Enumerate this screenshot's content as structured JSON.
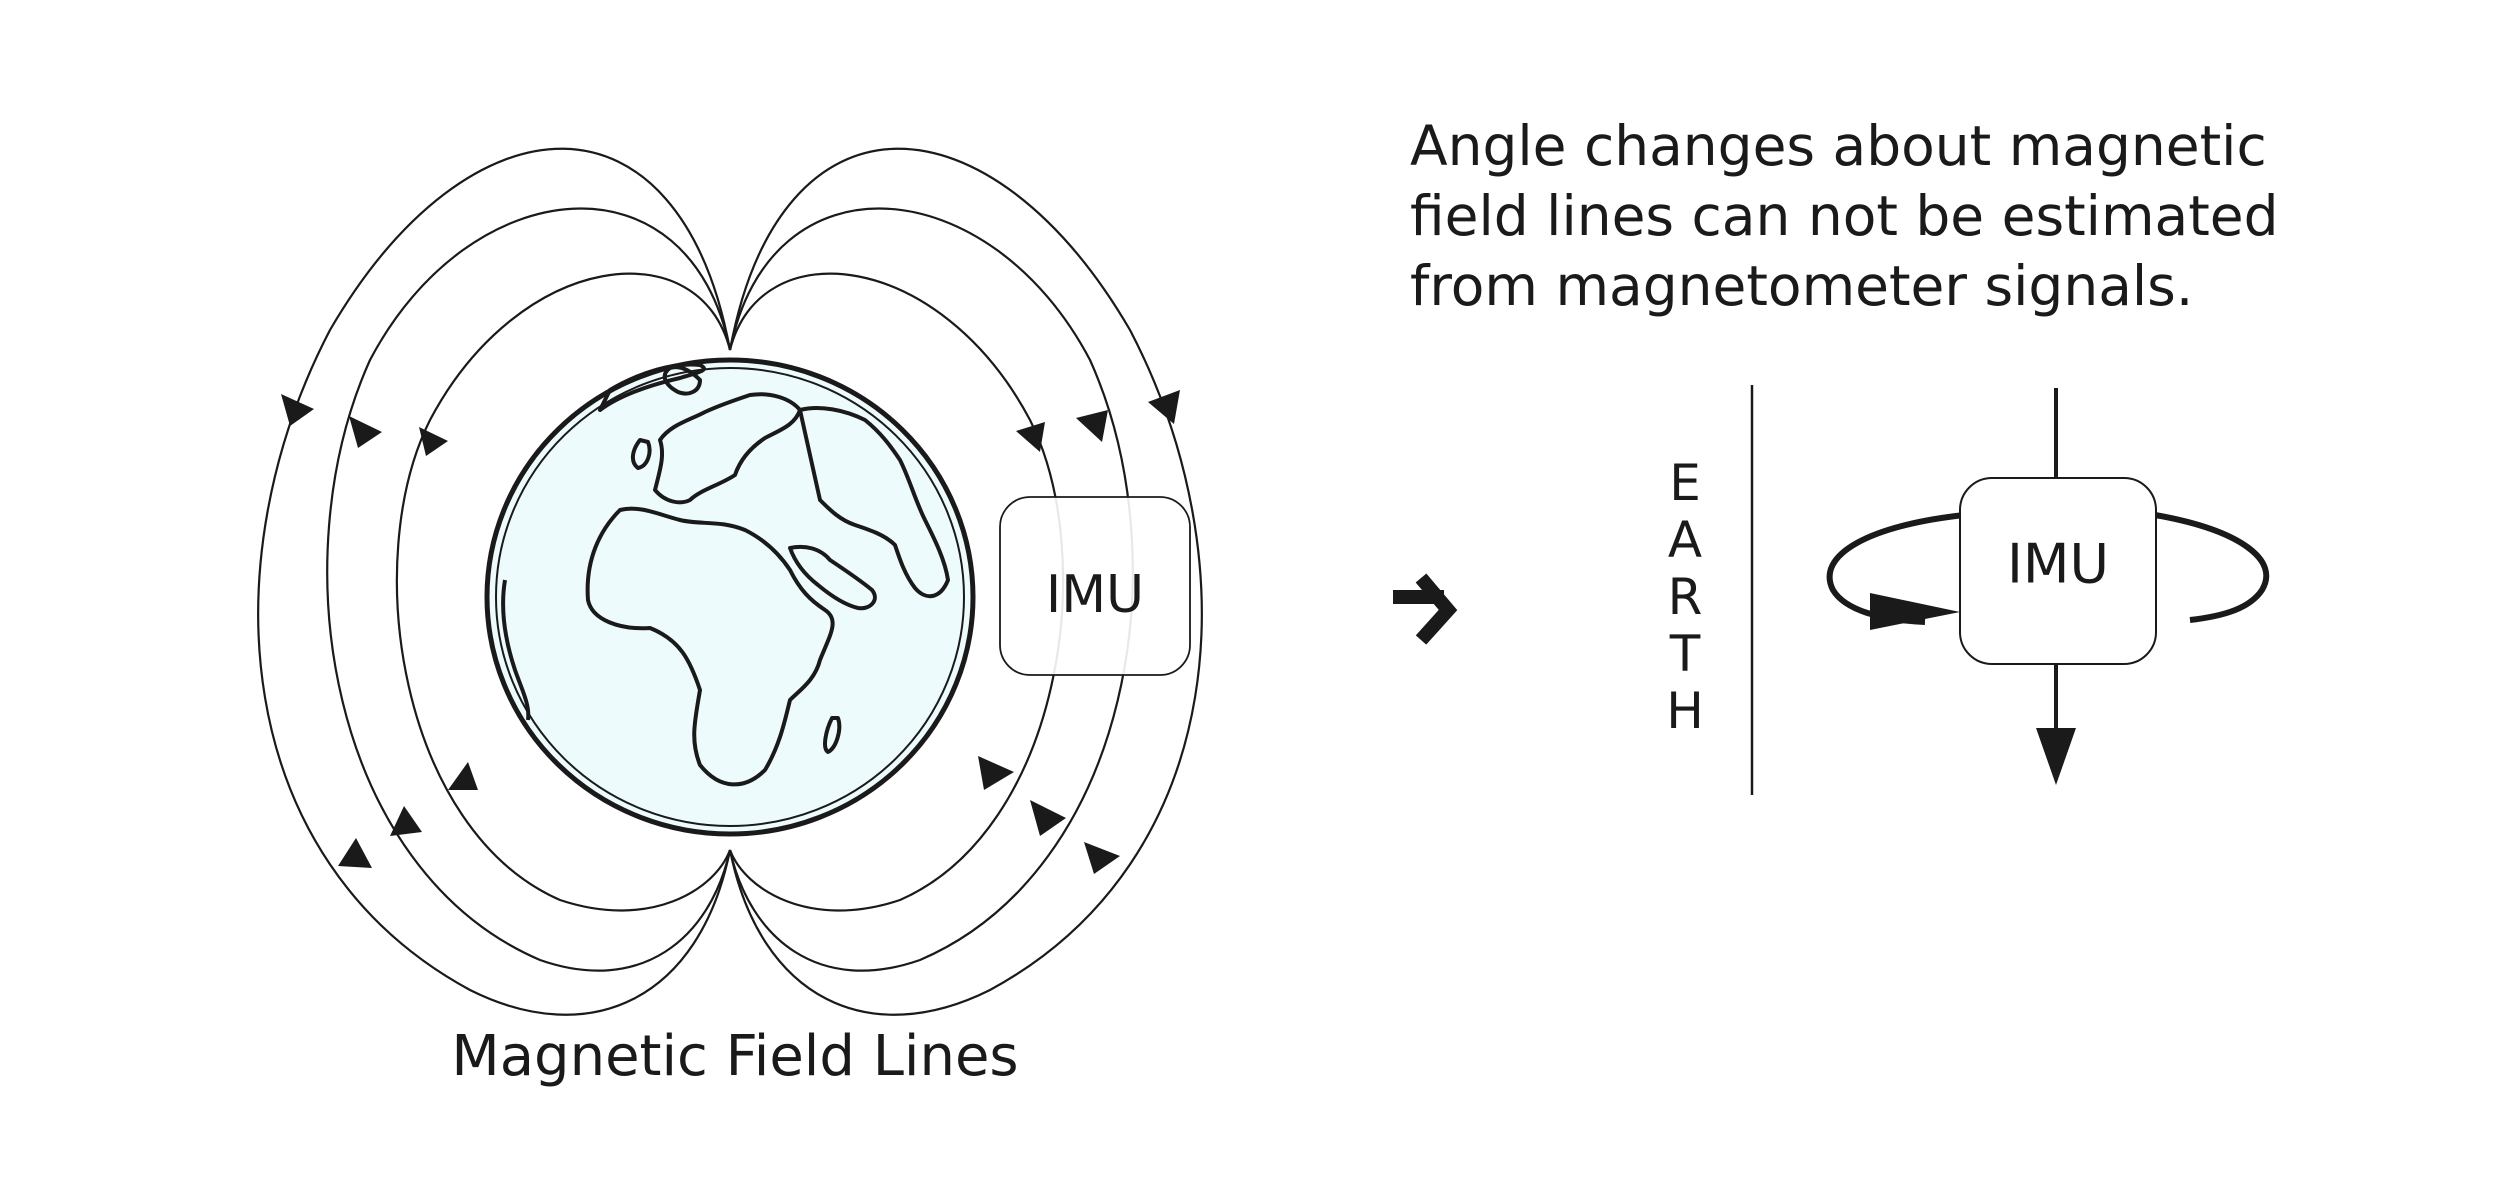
{
  "left_panel": {
    "caption": "Magnetic Field Lines",
    "imu_label": "IMU"
  },
  "right_panel": {
    "description_lines": [
      "Angle changes about magnetic",
      "field lines can not be estimated",
      "from magnetometer signals."
    ],
    "earth_letters": [
      "E",
      "A",
      "R",
      "T",
      "H"
    ],
    "imu_label": "IMU"
  },
  "colors": {
    "ink": "#1a1a1a",
    "ocean": "#eefbfc"
  },
  "icons": [
    "field-line-arrow-icon",
    "transition-arrow-icon",
    "rotation-arrow-icon",
    "down-arrow-icon"
  ]
}
